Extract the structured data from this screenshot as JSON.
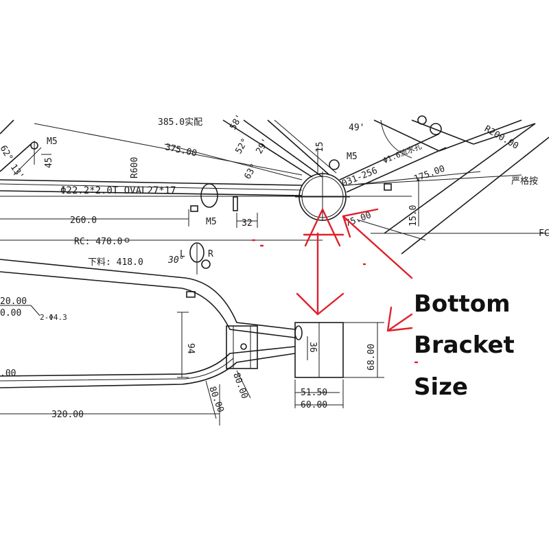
{
  "drawing": {
    "dims": {
      "d_385": "385.0实配",
      "d_375": "375.00",
      "d_r600": "R600",
      "d_m5_a": "M5",
      "d_45": "45",
      "d_62": "62°",
      "d_13": "13'",
      "d_58": "58'",
      "d_52": "52°",
      "d_29": "29'",
      "d_63": "63°",
      "d_49": "49'",
      "d_15a": "15",
      "d_m5_b": "M5",
      "d_tube": "Φ22.2*2.0T OVAL27*17",
      "d_031": "031-256",
      "d_holes": "Φ1.6流水孔",
      "d_175": "175.00",
      "d_r200": "R200.00",
      "d_chinese": "严格按",
      "d_15b": "15.0",
      "d_75": "75.00",
      "d_fc": "FC",
      "d_260": "260.0",
      "d_m5_c": "M5",
      "d_32": "32",
      "d_rc": "RC: 470.0",
      "d_l": "L",
      "d_r": "R",
      "d_30": "30°",
      "d_cut": "下料: 418.0",
      "d_20": "20.00",
      "d_00": "0.00",
      "d_2phi": "2-Φ4.3",
      "d_94": "94",
      "d_36": "36",
      "d_68": "68.00",
      "d_00b": ".00",
      "d_80a": "80.00",
      "d_80b": "80.00",
      "d_5150": "51.50",
      "d_6000": "60.00",
      "d_320": "320.00"
    },
    "callout": {
      "line1": "Bottom",
      "line2": "Bracket",
      "line3": "Size"
    },
    "colors": {
      "ink": "#1a1a1a",
      "annotation_red": "#e0202a"
    }
  }
}
